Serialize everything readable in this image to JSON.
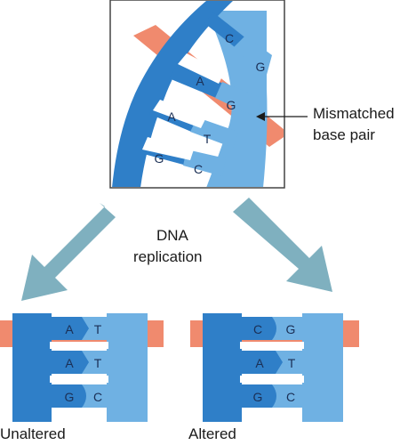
{
  "colors": {
    "dark_blue": "#2f7fc8",
    "light_blue": "#6fb1e3",
    "salmon": "#f08a6e",
    "arrow": "#7fb0bf",
    "outline": "#1b2f55"
  },
  "top_panel": {
    "bases": {
      "g1": "G",
      "g2": "G",
      "t1": "T",
      "c1": "C",
      "c2": "C",
      "a1": "A",
      "a2": "A",
      "g3": "G"
    },
    "callout": {
      "line1": "Mismatched",
      "line2": "base pair"
    }
  },
  "process": {
    "line1": "DNA",
    "line2": "replication"
  },
  "left_result": {
    "label": "Unaltered",
    "pairs": [
      {
        "left": "A",
        "right": "T"
      },
      {
        "left": "A",
        "right": "T"
      },
      {
        "left": "G",
        "right": "C"
      }
    ]
  },
  "right_result": {
    "label": "Altered",
    "pairs": [
      {
        "left": "C",
        "right": "G"
      },
      {
        "left": "A",
        "right": "T"
      },
      {
        "left": "G",
        "right": "C"
      }
    ]
  }
}
